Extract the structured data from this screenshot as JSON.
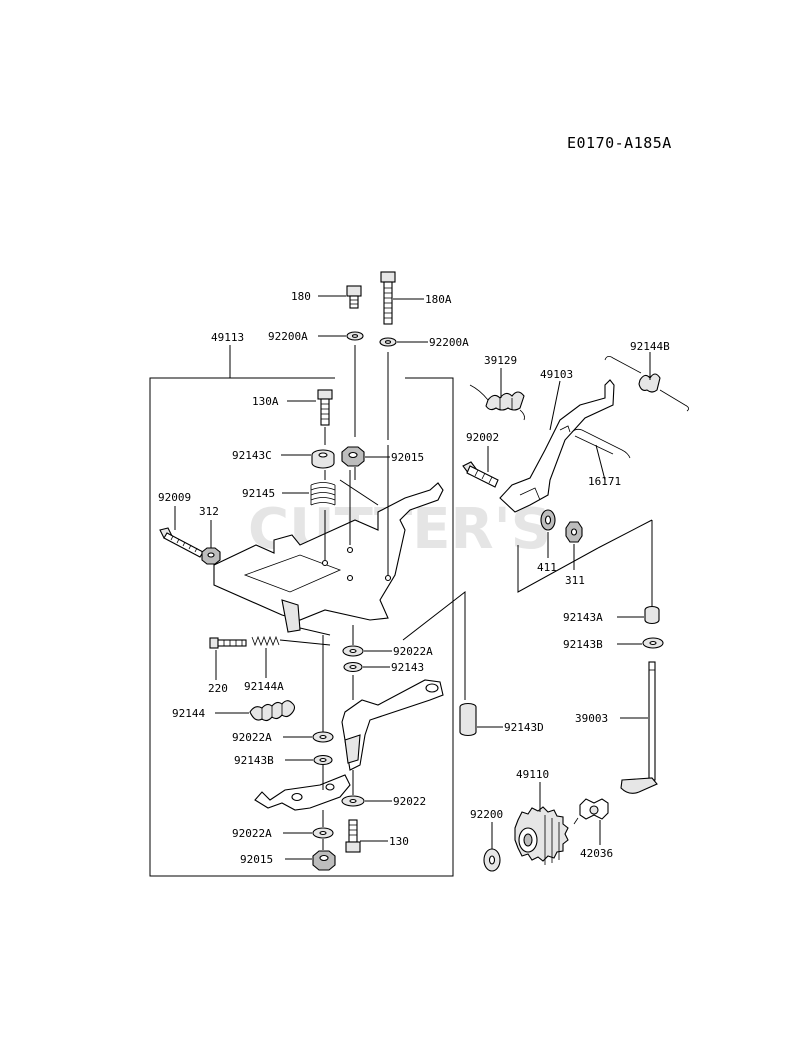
{
  "diagram_code": "E0170-A185A",
  "watermark": "CUTTER'S",
  "labels": {
    "p180": "180",
    "p180a": "180A",
    "p92200a_left": "92200A",
    "p92200a_right": "92200A",
    "p49113": "49113",
    "p130a": "130A",
    "p92143c": "92143C",
    "p92015_top": "92015",
    "p92009": "92009",
    "p312": "312",
    "p92145": "92145",
    "p39129": "39129",
    "p49103": "49103",
    "p92144b": "92144B",
    "p92002": "92002",
    "p16171": "16171",
    "p411": "411",
    "p311": "311",
    "p92143a": "92143A",
    "p92143b_right": "92143B",
    "p220": "220",
    "p92144a": "92144A",
    "p92022a_top": "92022A",
    "p92143_mid": "92143",
    "p92144": "92144",
    "p92143d": "92143D",
    "p39003": "39003",
    "p92022a_mid": "92022A",
    "p92143b_left": "92143B",
    "p49110": "49110",
    "p92022": "92022",
    "p92200": "92200",
    "p42036": "42036",
    "p92022a_bot": "92022A",
    "p130": "130",
    "p92015_bot": "92015"
  }
}
